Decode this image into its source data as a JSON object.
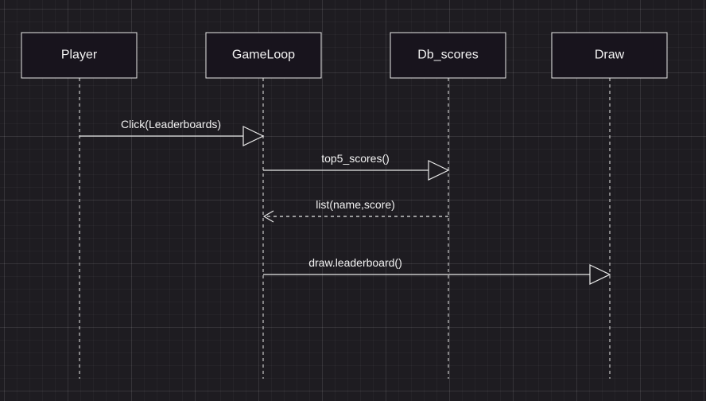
{
  "participants": [
    {
      "id": "player",
      "label": "Player"
    },
    {
      "id": "gameloop",
      "label": "GameLoop"
    },
    {
      "id": "db_scores",
      "label": "Db_scores"
    },
    {
      "id": "draw",
      "label": "Draw"
    }
  ],
  "messages": [
    {
      "id": "click",
      "label": "Click(Leaderboards)",
      "from": "player",
      "to": "gameloop",
      "kind": "sync"
    },
    {
      "id": "top5",
      "label": "top5_scores()",
      "from": "gameloop",
      "to": "db_scores",
      "kind": "sync"
    },
    {
      "id": "list",
      "label": "list(name,score)",
      "from": "db_scores",
      "to": "gameloop",
      "kind": "return"
    },
    {
      "id": "drawlb",
      "label": "draw.leaderboard()",
      "from": "gameloop",
      "to": "draw",
      "kind": "sync"
    }
  ]
}
